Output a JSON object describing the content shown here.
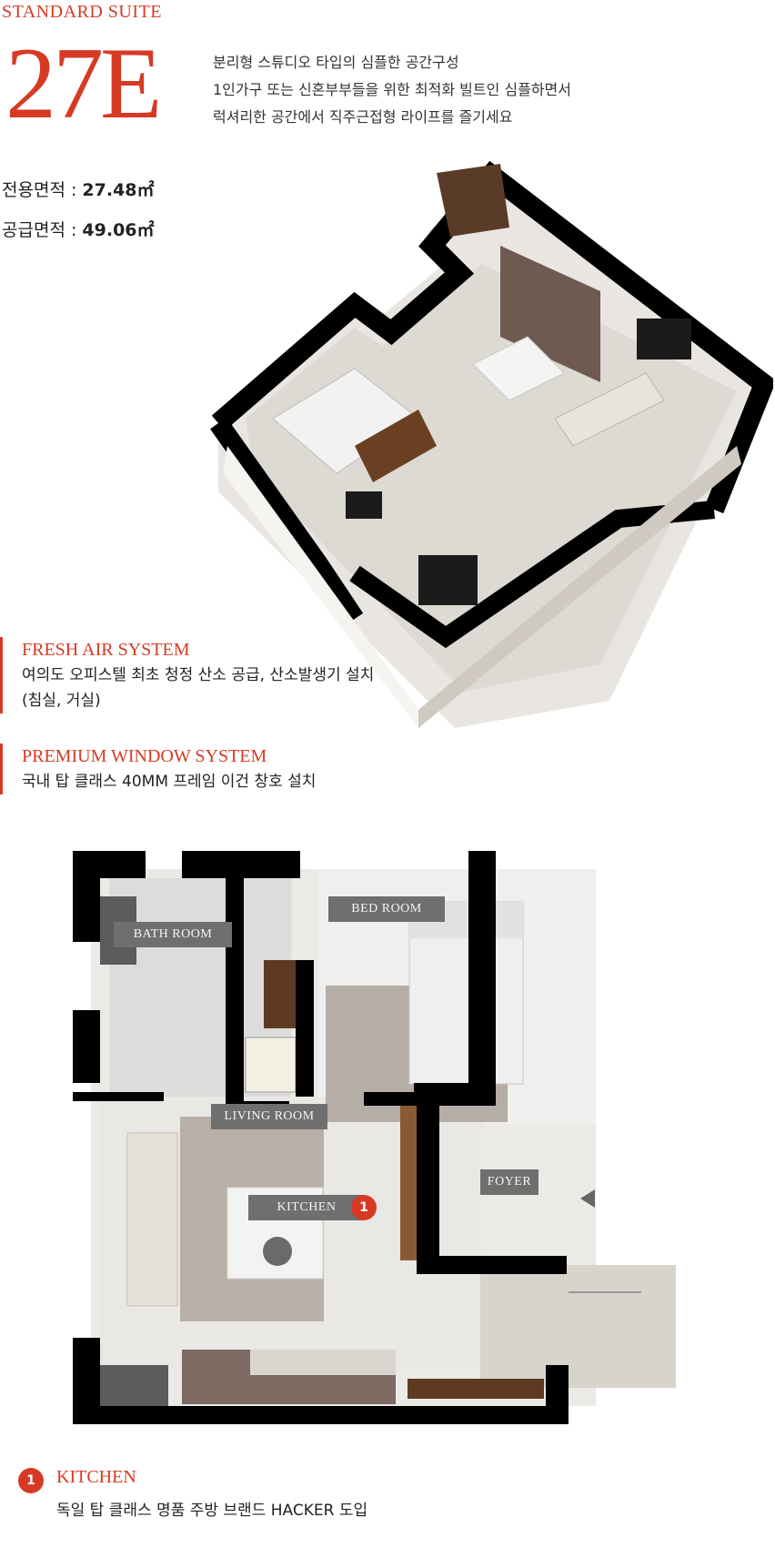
{
  "header": {
    "suite_label": "STANDARD SUITE",
    "unit_code": "27E",
    "description_lines": [
      "분리형 스튜디오 타입의 심플한 공간구성",
      "1인가구 또는 신혼부부들을 위한 최적화 빌트인 심플하면서",
      "럭셔리한 공간에서 직주근접형 라이프를 즐기세요"
    ]
  },
  "areas": {
    "exclusive_label": "전용면적 : ",
    "exclusive_value": "27.48㎡",
    "supply_label": "공급면적 : ",
    "supply_value": "49.06㎡"
  },
  "features": [
    {
      "title": "FRESH AIR SYSTEM",
      "lines": [
        "여의도 오피스텔 최초 청정 산소 공급, 산소발생기 설치",
        "(침실, 거실)"
      ]
    },
    {
      "title": "PREMIUM WINDOW SYSTEM",
      "lines": [
        "국내 탑 클래스 40MM 프레임 이건 창호 설치"
      ]
    }
  ],
  "floorplan": {
    "rooms": {
      "bath": "BATH ROOM",
      "bed": "BED ROOM",
      "living": "LIVING ROOM",
      "kitchen": "KITCHEN",
      "foyer": "FOYER"
    },
    "kitchen_badge": "1"
  },
  "note": {
    "badge": "1",
    "title": "KITCHEN",
    "description": "독일 탑 클래스 명품 주방 브랜드 HACKER 도입"
  },
  "colors": {
    "accent": "#d63a24",
    "wall": "#000000",
    "wood": "#6b3f22",
    "tag": "#6f6f6f"
  }
}
